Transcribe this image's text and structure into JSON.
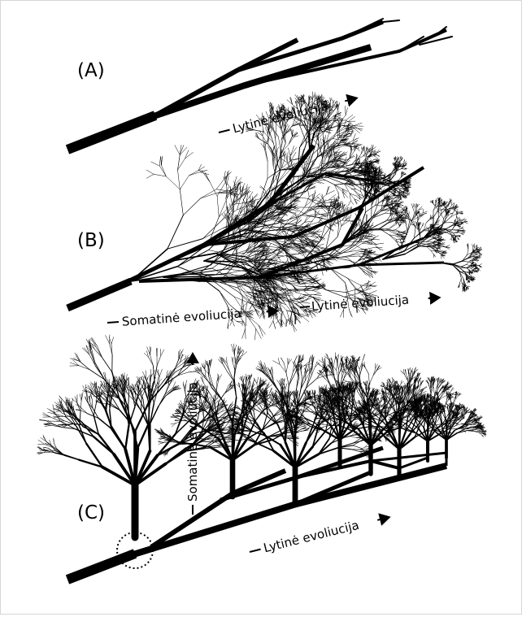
{
  "panels": {
    "a": {
      "label": "(A)",
      "sexual": "Lytinė evoliucija"
    },
    "b": {
      "label": "(B)",
      "somatic": "Somatinė evoliucija",
      "sexual": "Lytinė evoliucija"
    },
    "c": {
      "label": "(C)",
      "somatic": "Somatinė evoliucija",
      "sexual": "Lytinė evoliucija"
    }
  },
  "colors": {
    "ink": "#000000",
    "frame": "#d6d6d6"
  },
  "icons": {
    "arrow": "arrow-right-icon",
    "dashed_circle": "root-highlight-circle"
  }
}
